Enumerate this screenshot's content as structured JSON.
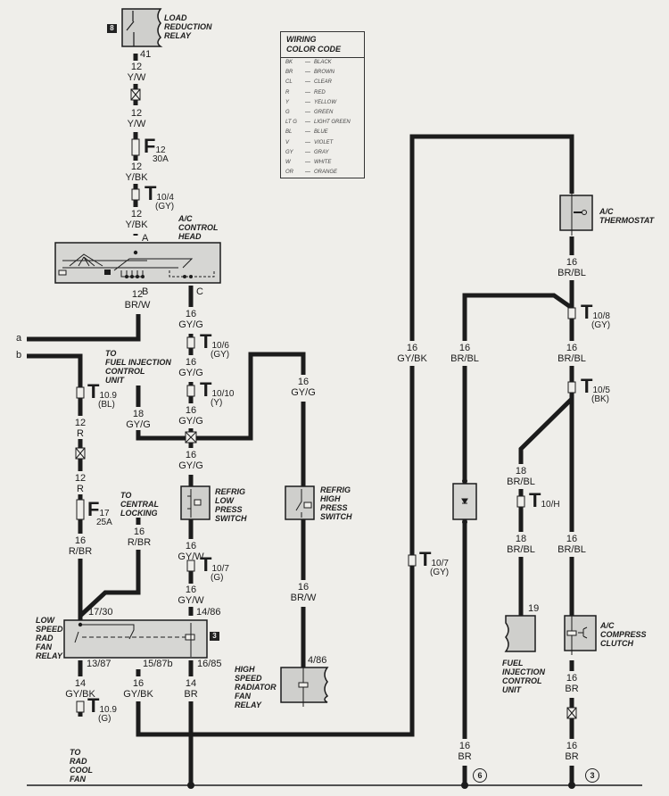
{
  "legend": {
    "title_line1": "WIRING",
    "title_line2": "COLOR CODE",
    "entries": [
      {
        "code": "BK",
        "color": "BLACK"
      },
      {
        "code": "BR",
        "color": "BROWN"
      },
      {
        "code": "CL",
        "color": "CLEAR"
      },
      {
        "code": "R",
        "color": "RED"
      },
      {
        "code": "Y",
        "color": "YELLOW"
      },
      {
        "code": "G",
        "color": "GREEN"
      },
      {
        "code": "LT G",
        "color": "LIGHT GREEN"
      },
      {
        "code": "BL",
        "color": "BLUE"
      },
      {
        "code": "V",
        "color": "VIOLET"
      },
      {
        "code": "GY",
        "color": "GRAY"
      },
      {
        "code": "W",
        "color": "WHITE"
      },
      {
        "code": "OR",
        "color": "ORANGE"
      }
    ],
    "dash": "—"
  },
  "components": {
    "load_relay": {
      "tag": "8",
      "line1": "LOAD",
      "line2": "REDUCTION",
      "line3": "RELAY",
      "pin": "41"
    },
    "control_head": {
      "line1": "A/C",
      "line2": "CONTROL",
      "line3": "HEAD",
      "pin_a": "A",
      "pin_b": "B",
      "pin_c": "C"
    },
    "fuel_injection_to": {
      "line1": "TO",
      "line2": "FUEL INJECTION",
      "line3": "CONTROL",
      "line4": "UNIT"
    },
    "central_locking": {
      "line1": "TO",
      "line2": "CENTRAL",
      "line3": "LOCKING"
    },
    "low_press_switch": {
      "line1": "REFRIG",
      "line2": "LOW",
      "line3": "PRESS",
      "line4": "SWITCH"
    },
    "high_press_switch": {
      "line1": "REFRIG",
      "line2": "HIGH",
      "line3": "PRESS",
      "line4": "SWITCH"
    },
    "low_speed_relay": {
      "tag": "3",
      "line1": "LOW",
      "line2": "SPEED",
      "line3": "RAD",
      "line4": "FAN",
      "line5": "RELAY",
      "pin_1730": "17/30",
      "pin_1486": "14/86",
      "pin_1387": "13/87",
      "pin_1587b": "15/87b",
      "pin_1685": "16/85"
    },
    "high_speed_relay": {
      "line1": "HIGH",
      "line2": "SPEED",
      "line3": "RADIATOR",
      "line4": "FAN",
      "line5": "RELAY",
      "pin": "4/86"
    },
    "rad_cool_fan": {
      "line1": "TO",
      "line2": "RAD",
      "line3": "COOL",
      "line4": "FAN"
    },
    "thermostat": {
      "line1": "A/C",
      "line2": "THERMOSTAT"
    },
    "fuel_injection_unit": {
      "line1": "FUEL",
      "line2": "INJECTION",
      "line3": "CONTROL",
      "line4": "UNIT",
      "pin": "19"
    },
    "compress_clutch": {
      "line1": "A/C",
      "line2": "COMPRESS",
      "line3": "CLUTCH"
    }
  },
  "edges": {
    "a": "a",
    "b": "b"
  },
  "grounds": {
    "g6": "6",
    "g3": "3"
  },
  "fuses": {
    "f12": {
      "letter": "F",
      "num": "12",
      "amps": "30A"
    },
    "f17": {
      "letter": "F",
      "num": "17",
      "amps": "25A"
    }
  },
  "connectors": {
    "t104": {
      "letter": "T",
      "num": "10/4",
      "color": "(GY)"
    },
    "t106": {
      "letter": "T",
      "num": "10/6",
      "color": "(GY)"
    },
    "t1010": {
      "letter": "T",
      "num": "10/10",
      "color": "(Y)"
    },
    "t109bl": {
      "letter": "T",
      "num": "10.9",
      "color": "(BL)"
    },
    "t107g": {
      "letter": "T",
      "num": "10/7",
      "color": "(G)"
    },
    "t109g": {
      "letter": "T",
      "num": "10.9",
      "color": "(G)"
    },
    "t107gy": {
      "letter": "T",
      "num": "10/7",
      "color": "(GY)"
    },
    "t108": {
      "letter": "T",
      "num": "10/8",
      "color": "(GY)"
    },
    "t105": {
      "letter": "T",
      "num": "10/5",
      "color": "(BK)"
    },
    "t10h": {
      "letter": "T",
      "num": "10/H",
      "color": ""
    }
  },
  "wires": {
    "w1": {
      "gauge": "12",
      "color": "Y/W"
    },
    "w2": {
      "gauge": "12",
      "color": "Y/W"
    },
    "w3": {
      "gauge": "12",
      "color": "Y/BK"
    },
    "w4": {
      "gauge": "12",
      "color": "Y/BK"
    },
    "w5": {
      "gauge": "12",
      "color": "BR/W"
    },
    "w6": {
      "gauge": "16",
      "color": "GY/G"
    },
    "w7": {
      "gauge": "16",
      "color": "GY/G"
    },
    "w8": {
      "gauge": "16",
      "color": "GY/G"
    },
    "w9": {
      "gauge": "18",
      "color": "GY/G"
    },
    "w10": {
      "gauge": "16",
      "color": "GY/G"
    },
    "w11": {
      "gauge": "16",
      "color": "GY/G"
    },
    "w12": {
      "gauge": "16",
      "color": "GY/W"
    },
    "w13": {
      "gauge": "16",
      "color": "GY/W"
    },
    "w14": {
      "gauge": "12",
      "color": "R"
    },
    "w15": {
      "gauge": "12",
      "color": "R"
    },
    "w16": {
      "gauge": "16",
      "color": "R/BR"
    },
    "w17": {
      "gauge": "16",
      "color": "R/BR"
    },
    "w18": {
      "gauge": "16",
      "color": "BR/W"
    },
    "w19": {
      "gauge": "14",
      "color": "GY/BK"
    },
    "w20": {
      "gauge": "16",
      "color": "GY/BK"
    },
    "w21": {
      "gauge": "14",
      "color": "BR"
    },
    "w22": {
      "gauge": "16",
      "color": "GY/BK"
    },
    "w23": {
      "gauge": "16",
      "color": "BR/BL"
    },
    "w24": {
      "gauge": "16",
      "color": "BR/BL"
    },
    "w25": {
      "gauge": "16",
      "color": "BR/BL"
    },
    "w26": {
      "gauge": "18",
      "color": "BR/BL"
    },
    "w27": {
      "gauge": "18",
      "color": "BR/BL"
    },
    "w28": {
      "gauge": "16",
      "color": "BR/BL"
    },
    "w29": {
      "gauge": "16",
      "color": "BR"
    },
    "w30": {
      "gauge": "16",
      "color": "BR"
    },
    "w31": {
      "gauge": "16",
      "color": "BR"
    }
  },
  "colors": {
    "ink": "#1c1c1c",
    "paper": "#efeeea",
    "component_fill": "#cfcfcc"
  }
}
